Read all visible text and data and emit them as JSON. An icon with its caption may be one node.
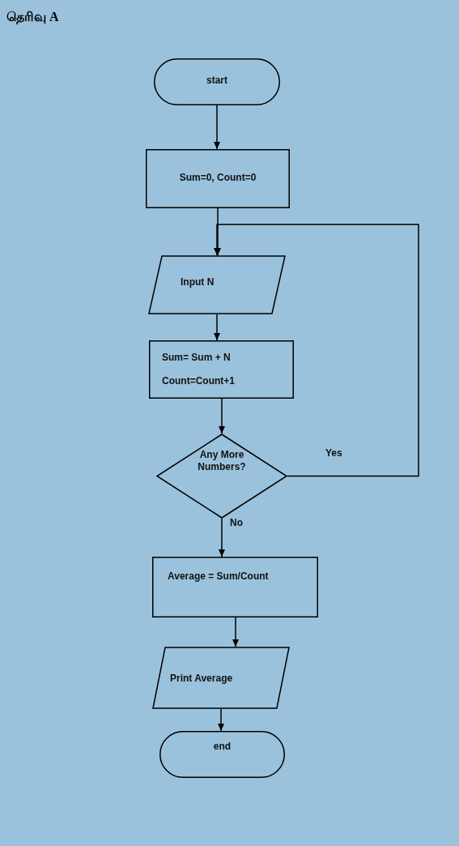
{
  "diagram": {
    "title": "தெரிவு A",
    "nodes": [
      {
        "text": [
          "start"
        ]
      },
      {
        "text": [
          "Sum=0, Count=0"
        ]
      },
      {
        "text": [
          "Input N"
        ]
      },
      {
        "text": [
          "Sum= Sum + N",
          "Count=Count+1"
        ]
      },
      {
        "text": [
          "Any More Numbers?"
        ]
      },
      {
        "text": [
          "Average = Sum/Count"
        ]
      },
      {
        "text": [
          "Print Average"
        ]
      },
      {
        "text": [
          "end"
        ]
      }
    ],
    "edges": [
      {
        "from": 0,
        "to": 1,
        "arrow": "to"
      },
      {
        "from": 1,
        "to": 2,
        "arrow": "to"
      },
      {
        "from": 2,
        "to": 3,
        "arrow": "to"
      },
      {
        "from": 3,
        "to": 4,
        "arrow": "to"
      },
      {
        "from": 4,
        "to": 2,
        "arrow": "to",
        "label": "Yes"
      },
      {
        "from": 4,
        "to": 5,
        "arrow": "to",
        "label": "No"
      },
      {
        "from": 5,
        "to": 6,
        "arrow": "to"
      },
      {
        "from": 6,
        "to": 7,
        "arrow": "to"
      }
    ]
  }
}
